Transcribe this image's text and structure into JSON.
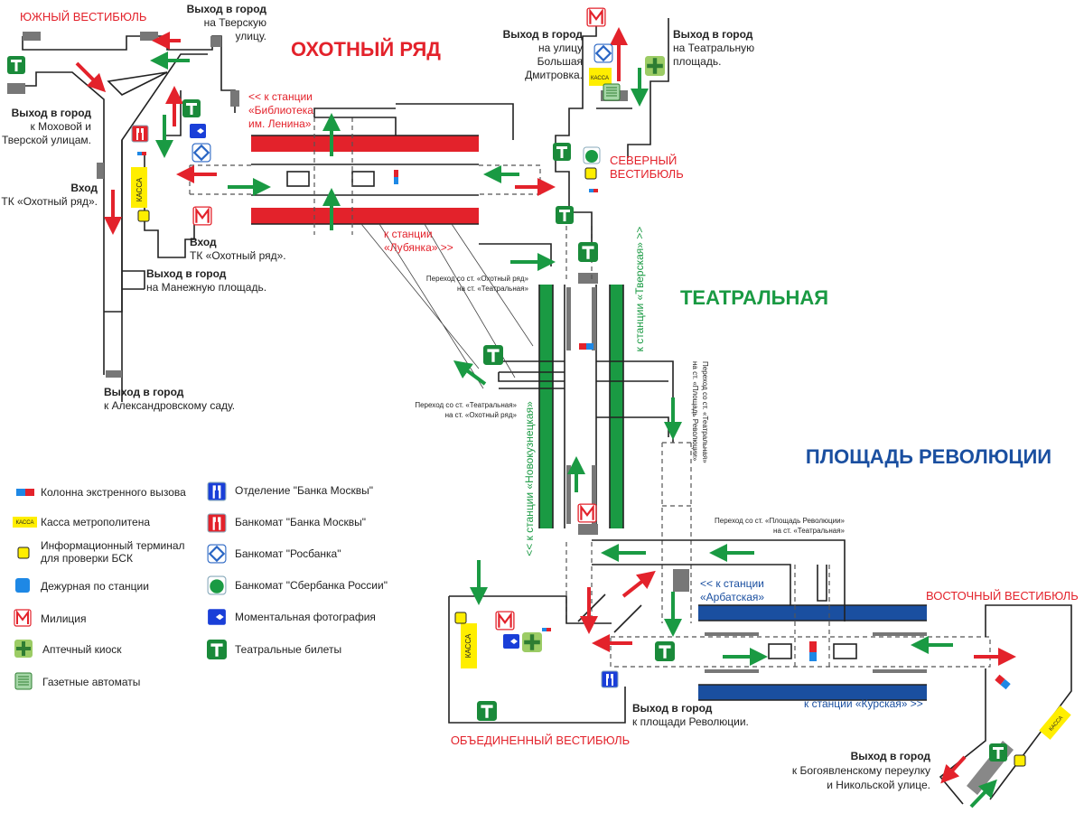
{
  "colors": {
    "okhotny": "#e3222b",
    "teatralnaya": "#1a9a43",
    "ploshchad": "#1a4fa0",
    "kassa": "#ffee00"
  },
  "stations": {
    "okhotny_ryad": "ОХОТНЫЙ РЯД",
    "teatralnaya": "ТЕАТРАЛЬНАЯ",
    "ploshchad_revolyutsii": "ПЛОЩАДЬ РЕВОЛЮЦИИ"
  },
  "vestibules": {
    "south": "ЮЖНЫЙ ВЕСТИБЮЛЬ",
    "north": [
      "СЕВЕРНЫЙ",
      "ВЕСТИБЮЛЬ"
    ],
    "east": "ВОСТОЧНЫЙ ВЕСТИБЮЛЬ",
    "united": "ОБЪЕДИНЕННЫЙ ВЕСТИБЮЛЬ"
  },
  "kassa_label": "КАССА",
  "exits": {
    "tverskaya": [
      "Выход в город",
      "на Тверскую",
      "улицу."
    ],
    "mokhovaya": [
      "Выход в город",
      "к Моховой и",
      "Тверской улицам."
    ],
    "tk_entry_1": [
      "Вход",
      "ТК «Охотный ряд»."
    ],
    "tk_entry_2": [
      "Вход",
      "ТК «Охотный ряд»."
    ],
    "manezhnaya": [
      "Выход в город",
      "на Манежную площадь."
    ],
    "alexandrovsky": [
      "Выход в город",
      "к Александровскому саду."
    ],
    "dmitrovka": [
      "Выход в город",
      "на улицу",
      "Большая",
      "Дмитровка."
    ],
    "teatralnaya_sq": [
      "Выход в город",
      "на Театральную",
      "площадь."
    ],
    "revolution_sq": [
      "Выход в город",
      "к площади Революции."
    ],
    "bogoyavlensky": [
      "Выход в город",
      "к Богоявленскому переулку",
      "и Никольской улице."
    ]
  },
  "directions": {
    "biblioteka": [
      "<< к станции",
      "«Библиотека",
      "им. Ленина»"
    ],
    "lubyanka": [
      "к станции",
      "«Лубянка» >>"
    ],
    "tverskaya": "к станции «Тверская» >>",
    "novokuznetskaya": "<< к станции «Новокузнецкая»",
    "arbatskaya": [
      "<< к станции",
      "«Арбатская»"
    ],
    "kurskaya": "к станции «Курская» >>"
  },
  "transfers": {
    "okh_to_teat": [
      "Переход со ст. «Охотный ряд»",
      "на ст. «Театральная»"
    ],
    "teat_to_okh": [
      "Переход со ст. «Театральная»",
      "на ст. «Охотный ряд»"
    ],
    "teat_to_pl": [
      "Переход со ст. «Театральная»",
      "на ст. «Площадь Революции»"
    ],
    "pl_to_teat": [
      "Переход со ст. «Площадь Революции»",
      "на ст. «Театральная»"
    ]
  },
  "legend": [
    {
      "icon": "emergency-column",
      "label": "Колонна экстренного вызова"
    },
    {
      "icon": "kassa",
      "label": "Касса метрополитена"
    },
    {
      "icon": "info-terminal",
      "label": [
        "Информационный терминал",
        "для проверки БСК"
      ]
    },
    {
      "icon": "station-duty",
      "label": "Дежурная по станции"
    },
    {
      "icon": "police",
      "label": "Милиция"
    },
    {
      "icon": "pharmacy",
      "label": "Аптечный киоск"
    },
    {
      "icon": "newspaper",
      "label": "Газетные автоматы"
    },
    {
      "icon": "bank-office",
      "label": "Отделение \"Банка Москвы\""
    },
    {
      "icon": "atm-bank-moscow",
      "label": "Банкомат \"Банка Москвы\""
    },
    {
      "icon": "atm-rosbank",
      "label": "Банкомат \"Росбанка\""
    },
    {
      "icon": "atm-sberbank",
      "label": "Банкомат \"Сбербанка России\""
    },
    {
      "icon": "photo-booth",
      "label": "Моментальная фотография"
    },
    {
      "icon": "theatre-tickets",
      "label": "Театральные билеты"
    }
  ]
}
